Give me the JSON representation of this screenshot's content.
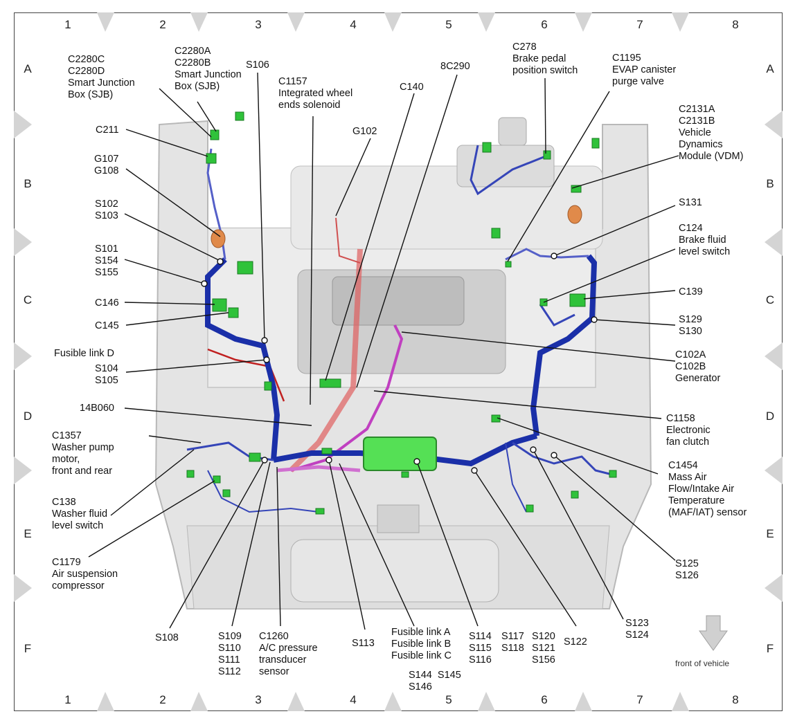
{
  "grid": {
    "columns": [
      "1",
      "2",
      "3",
      "4",
      "5",
      "6",
      "7",
      "8"
    ],
    "rows": [
      "A",
      "B",
      "C",
      "D",
      "E",
      "F"
    ]
  },
  "labels": {
    "c2280c": "C2280C\nC2280D\nSmart Junction\nBox (SJB)",
    "c2280a": "C2280A\nC2280B\nSmart Junction\nBox (SJB)",
    "s106": "S106",
    "c1157": "C1157\nIntegrated wheel\nends solenoid",
    "c140": "C140",
    "bc290": "8C290",
    "c278": "C278\nBrake pedal\nposition switch",
    "c1195": "C1195\nEVAP canister\npurge valve",
    "c211": "C211",
    "g102": "G102",
    "c2131": "C2131A\nC2131B\nVehicle\nDynamics\nModule (VDM)",
    "g107": "G107\nG108",
    "s102": "S102\nS103",
    "s131": "S131",
    "c124": "C124\nBrake fluid\nlevel switch",
    "s101": "S101\nS154\nS155",
    "c146": "C146",
    "c139": "C139",
    "c145": "C145",
    "s129": "S129\nS130",
    "fusd": "Fusible link D",
    "s104": "S104\nS105",
    "c102": "C102A\nC102B\nGenerator",
    "b14060": "14B060",
    "c1158": "C1158\nElectronic\nfan clutch",
    "c1357": "C1357\nWasher pump\nmotor,\nfront and rear",
    "c1454": "C1454\nMass Air\nFlow/Intake Air\nTemperature\n(MAF/IAT) sensor",
    "c138": "C138\nWasher fluid\nlevel switch",
    "c1179": "C1179\nAir suspension\ncompressor",
    "s125": "S125\nS126",
    "s123": "S123\nS124",
    "s108": "S108",
    "s109": "S109\nS110\nS111\nS112",
    "c1260": "C1260\nA/C pressure\ntransducer\nsensor",
    "s113": "S113",
    "fusabc": "Fusible link A\nFusible link B\nFusible link C",
    "s144": "S144  S145\nS146",
    "s114": "S114\nS115\nS116",
    "s117": "S117\nS118",
    "s120": "S120\nS121\nS156",
    "s122": "S122",
    "front": "front of vehicle"
  },
  "colors": {
    "harness_blue": "#1a2fa8",
    "harness_light": "#5560c8",
    "harness_red": "#c0262a",
    "harness_magenta": "#c040c0",
    "connector_green": "#2fc23a",
    "ground_orange": "#e08a4a",
    "body_gray": "#d8d8d8"
  }
}
